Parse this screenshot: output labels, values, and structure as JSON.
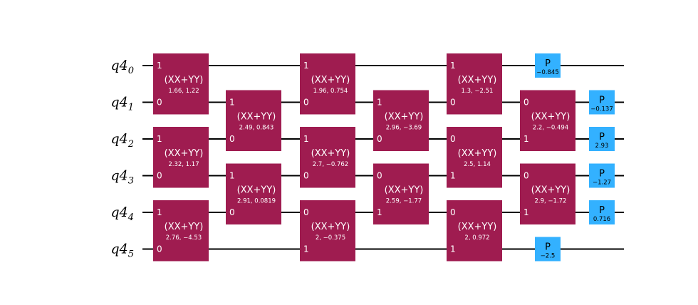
{
  "register": "q4",
  "qubits": [
    "0",
    "1",
    "2",
    "3",
    "4",
    "5"
  ],
  "colors": {
    "gate": "#9f1c50",
    "phase": "#33b1ff",
    "wire": "#000000"
  },
  "gates": [
    {
      "type": "XX+YY",
      "label": "(XX+YY)",
      "col": 0,
      "qubits": [
        0,
        1
      ],
      "ports": [
        "1",
        "0"
      ],
      "params": "1.66, 1.22"
    },
    {
      "type": "XX+YY",
      "label": "(XX+YY)",
      "col": 0,
      "qubits": [
        2,
        3
      ],
      "ports": [
        "1",
        "0"
      ],
      "params": "2.32, 1.17"
    },
    {
      "type": "XX+YY",
      "label": "(XX+YY)",
      "col": 0,
      "qubits": [
        4,
        5
      ],
      "ports": [
        "1",
        "0"
      ],
      "params": "2.76, −4.53"
    },
    {
      "type": "XX+YY",
      "label": "(XX+YY)",
      "col": 1,
      "qubits": [
        1,
        2
      ],
      "ports": [
        "1",
        "0"
      ],
      "params": "2.49, 0.843"
    },
    {
      "type": "XX+YY",
      "label": "(XX+YY)",
      "col": 1,
      "qubits": [
        3,
        4
      ],
      "ports": [
        "1",
        "0"
      ],
      "params": "2.91, 0.0819"
    },
    {
      "type": "XX+YY",
      "label": "(XX+YY)",
      "col": 2,
      "qubits": [
        0,
        1
      ],
      "ports": [
        "1",
        "0"
      ],
      "params": "1.96, 0.754"
    },
    {
      "type": "XX+YY",
      "label": "(XX+YY)",
      "col": 2,
      "qubits": [
        2,
        3
      ],
      "ports": [
        "1",
        "0"
      ],
      "params": "2.7, −0.762"
    },
    {
      "type": "XX+YY",
      "label": "(XX+YY)",
      "col": 2,
      "qubits": [
        4,
        5
      ],
      "ports": [
        "0",
        "1"
      ],
      "params": "2, −0.375"
    },
    {
      "type": "XX+YY",
      "label": "(XX+YY)",
      "col": 3,
      "qubits": [
        1,
        2
      ],
      "ports": [
        "1",
        "0"
      ],
      "params": "2.96, −3.69"
    },
    {
      "type": "XX+YY",
      "label": "(XX+YY)",
      "col": 3,
      "qubits": [
        3,
        4
      ],
      "ports": [
        "0",
        "1"
      ],
      "params": "2.59, −1.77"
    },
    {
      "type": "XX+YY",
      "label": "(XX+YY)",
      "col": 4,
      "qubits": [
        0,
        1
      ],
      "ports": [
        "1",
        "0"
      ],
      "params": "1.3, −2.51"
    },
    {
      "type": "XX+YY",
      "label": "(XX+YY)",
      "col": 4,
      "qubits": [
        2,
        3
      ],
      "ports": [
        "0",
        "1"
      ],
      "params": "2.5, 1.14"
    },
    {
      "type": "XX+YY",
      "label": "(XX+YY)",
      "col": 4,
      "qubits": [
        4,
        5
      ],
      "ports": [
        "0",
        "1"
      ],
      "params": "2, 0.972"
    },
    {
      "type": "XX+YY",
      "label": "(XX+YY)",
      "col": 5,
      "qubits": [
        1,
        2
      ],
      "ports": [
        "0",
        "1"
      ],
      "params": "2.2, −0.494"
    },
    {
      "type": "XX+YY",
      "label": "(XX+YY)",
      "col": 5,
      "qubits": [
        3,
        4
      ],
      "ports": [
        "0",
        "1"
      ],
      "params": "2.9, −1.72"
    },
    {
      "type": "P",
      "label": "P",
      "col": 5,
      "qubits": [
        0
      ],
      "params": "−0.845"
    },
    {
      "type": "P",
      "label": "P",
      "col": 5,
      "qubits": [
        5
      ],
      "params": "−2.5"
    },
    {
      "type": "P",
      "label": "P",
      "col": 6,
      "qubits": [
        1
      ],
      "params": "−0.137"
    },
    {
      "type": "P",
      "label": "P",
      "col": 6,
      "qubits": [
        2
      ],
      "params": "2.93"
    },
    {
      "type": "P",
      "label": "P",
      "col": 6,
      "qubits": [
        3
      ],
      "params": "−1.27"
    },
    {
      "type": "P",
      "label": "P",
      "col": 6,
      "qubits": [
        4
      ],
      "params": "0.716"
    }
  ]
}
